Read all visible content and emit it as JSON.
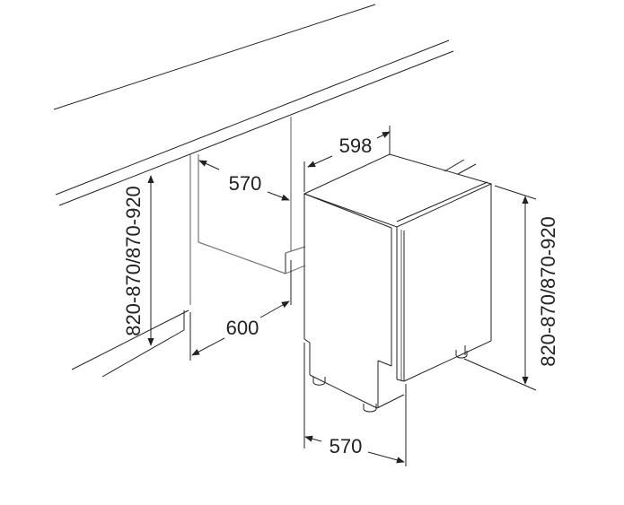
{
  "diagram": {
    "dimensions": {
      "appliance_width": "598",
      "niche_depth": "570",
      "niche_width": "600",
      "appliance_depth": "570",
      "niche_height": "820-870/870-920",
      "appliance_height": "820-870/870-920"
    }
  }
}
